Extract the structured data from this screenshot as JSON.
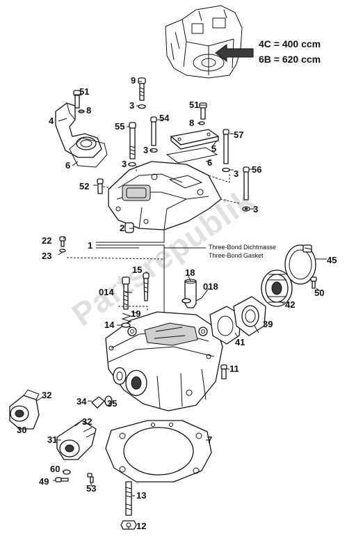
{
  "legend": {
    "line1": "4C = 400 ccm",
    "line2": "6B = 620 ccm"
  },
  "notes": {
    "sealant1": "Three-Bond Dichtmasse",
    "sealant2": "Three-Bond Gasket"
  },
  "watermark": "Partsrepublik",
  "callouts": {
    "c1": "1",
    "c2": "2",
    "c3a": "3",
    "c3b": "3",
    "c3c": "3",
    "c3d": "3",
    "c3e": "3",
    "c4": "4",
    "c5": "5",
    "c6a": "6",
    "c6b": "6",
    "c7": "7",
    "c8a": "8",
    "c8b": "8",
    "c9": "9",
    "c11": "11",
    "c12": "12",
    "c13": "13",
    "c14": "14",
    "c15": "15",
    "c18": "18",
    "c19": "19",
    "c22": "22",
    "c23": "23",
    "c30": "30",
    "c31": "31",
    "c32a": "32",
    "c32b": "32",
    "c34": "34",
    "c35": "35",
    "c39": "39",
    "c41": "41",
    "c42": "42",
    "c45": "45",
    "c49": "49",
    "c50": "50",
    "c51a": "51",
    "c51b": "51",
    "c52": "52",
    "c53": "53",
    "c54": "54",
    "c55": "55",
    "c56": "56",
    "c57": "57",
    "c60": "60",
    "c014": "014",
    "c018": "018"
  }
}
